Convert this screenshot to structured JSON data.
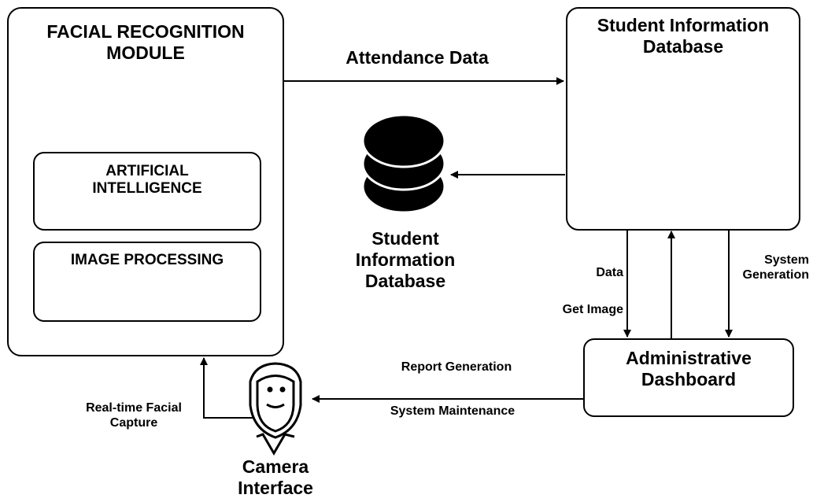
{
  "facial_module": {
    "title_line1": "FACIAL RECOGNITION",
    "title_line2": "MODULE",
    "ai_line1": "ARTIFICIAL",
    "ai_line2": "INTELLIGENCE",
    "image_processing": "IMAGE PROCESSING"
  },
  "student_db_box": {
    "title_line1": "Student Information",
    "title_line2": "Database"
  },
  "student_db_icon_label": {
    "line1": "Student",
    "line2": "Information",
    "line3": "Database"
  },
  "admin_dashboard": {
    "line1": "Administrative",
    "line2": "Dashboard"
  },
  "camera": {
    "line1": "Camera",
    "line2": "Interface"
  },
  "edges": {
    "attendance_data": "Attendance Data",
    "data": "Data",
    "get_image": "Get Image",
    "system_generation_line1": "System",
    "system_generation_line2": "Generation",
    "report_generation": "Report Generation",
    "system_maintenance": "System Maintenance",
    "realtime_line1": "Real-time Facial",
    "realtime_line2": "Capture"
  },
  "colors": {
    "stroke": "#000000",
    "background": "#ffffff"
  }
}
